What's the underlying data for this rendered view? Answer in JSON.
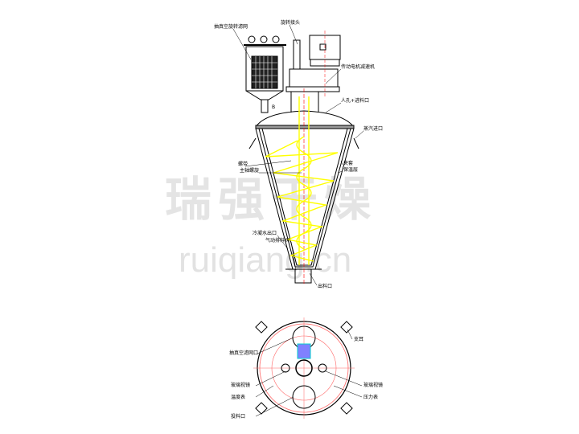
{
  "watermark": {
    "cn": "瑞强干燥",
    "url": "ruiqiang.cn"
  },
  "labels": {
    "vacuum_rotary_filter": "抽真空旋转滤网",
    "rotary_joint": "旋转接头",
    "motor_reducer": "传动电机减速机",
    "manhole_inlet": "人孔+进料口",
    "steam_inlet": "蒸汽进口",
    "ribbon": "螺带",
    "main_screw": "主轴螺旋",
    "jacket": "夹套",
    "insulation": "保温层",
    "condensate_outlet": "冷凝水出口",
    "pneumatic_valve": "气动排料阀",
    "discharge": "出料口",
    "support_lug": "支耳",
    "vacuum_filter_port": "抽真空滤网口",
    "sight_glass_left": "玻璃视镜",
    "sight_glass_right": "玻璃视镜",
    "thermometer": "温度表",
    "pressure_gauge": "压力表",
    "feed_port": "投料口",
    "mark_b": "B"
  },
  "colors": {
    "screw": "#ffff00",
    "centerline": "#ff0000",
    "plan_circle": "#ff6666",
    "window": "#8080ff"
  }
}
